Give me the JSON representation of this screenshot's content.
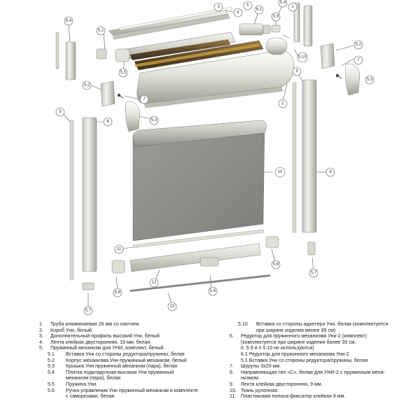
{
  "callouts": [
    {
      "id": "c1",
      "label": "1"
    },
    {
      "id": "c2",
      "label": "2"
    },
    {
      "id": "c3",
      "label": "3"
    },
    {
      "id": "c4",
      "label": "4"
    },
    {
      "id": "c5",
      "label": "5"
    },
    {
      "id": "c54a",
      "label": "5.4"
    },
    {
      "id": "c54b",
      "label": "5.4"
    },
    {
      "id": "c51",
      "label": "5.1"
    },
    {
      "id": "c55",
      "label": "5.5"
    },
    {
      "id": "c61",
      "label": "6.1"
    },
    {
      "id": "c59",
      "label": "5.9"
    },
    {
      "id": "c510",
      "label": "5.10"
    },
    {
      "id": "c52a",
      "label": "5.2"
    },
    {
      "id": "c52b",
      "label": "5.2"
    },
    {
      "id": "c7a",
      "label": "7"
    },
    {
      "id": "c7b",
      "label": "7"
    },
    {
      "id": "c53a",
      "label": "5.3"
    },
    {
      "id": "c53b",
      "label": "5.3"
    },
    {
      "id": "c9a",
      "label": "9"
    },
    {
      "id": "c9b",
      "label": "9"
    },
    {
      "id": "c8a",
      "label": "8"
    },
    {
      "id": "c8b",
      "label": "8"
    },
    {
      "id": "c10",
      "label": "10"
    },
    {
      "id": "c11",
      "label": "11"
    },
    {
      "id": "c12",
      "label": "12"
    },
    {
      "id": "c13",
      "label": "13"
    },
    {
      "id": "c58a",
      "label": "5.8"
    },
    {
      "id": "c58b",
      "label": "5.8"
    },
    {
      "id": "c56",
      "label": "5.6"
    },
    {
      "id": "c57a",
      "label": "5.7"
    },
    {
      "id": "c57b",
      "label": "5.7"
    }
  ],
  "legend_left": [
    {
      "kind": "item",
      "num": "1.",
      "text": "Труба алюминиевая 26 мм со скотчем."
    },
    {
      "kind": "item",
      "num": "2.",
      "text": "Короб Уни, белый."
    },
    {
      "kind": "item",
      "num": "3.",
      "text": "Дополнительный профиль высокий Уни, белый."
    },
    {
      "kind": "item",
      "num": "4.",
      "text": "Лента клейкая двусторонняя, 19 мм, белая."
    },
    {
      "kind": "item",
      "num": "5.",
      "text": "Пружинный механизм для УНИ, комплект, белый."
    },
    {
      "kind": "sub",
      "num": "5.1",
      "text": "Вставка Уни со стороны редуктора/пружины, белая"
    },
    {
      "kind": "sub",
      "num": "5.2",
      "text": "Корпус механизма Уни пружинный механизм, белый"
    },
    {
      "kind": "sub",
      "num": "5.3",
      "text": "Крышка Уни пружинный механизм (пара), белая"
    },
    {
      "kind": "sub",
      "num": "5.4",
      "text": "Плитка подкладочная высокая Уни пружинный"
    },
    {
      "kind": "sub-cont",
      "num": "",
      "text": "механизм (пара), белая"
    },
    {
      "kind": "sub",
      "num": "5.5",
      "text": "Пружина Уни."
    },
    {
      "kind": "sub",
      "num": "5.6",
      "text": "Ручка управления Уни пружинный механизм в комплекте"
    },
    {
      "kind": "sub-cont",
      "num": "",
      "text": "с саморезами, белая"
    }
  ],
  "legend_right": [
    {
      "kind": "sub",
      "num": "5.10",
      "text": "Вставка со стороны адаптера Уни, белая (комплектуется"
    },
    {
      "kind": "sub-cont",
      "num": "",
      "text": "при ширине изделия менее 39 см)"
    },
    {
      "kind": "item",
      "num": "6.",
      "text": "Редуктор для пружинного механизма Уни-2 (комплект)"
    },
    {
      "kind": "cont",
      "num": "",
      "text": "(комплектуется при ширине изделия более 39 см,"
    },
    {
      "kind": "cont",
      "num": "",
      "text": "п. 5.9 и п 5.10 не используются)"
    },
    {
      "kind": "cont",
      "num": "",
      "text": "6.1 Редуктор для пружинного механизма Уни-2"
    },
    {
      "kind": "cont",
      "num": "",
      "text": "5.1 Вставка Уни со стороны редуктора/пружины, белая"
    },
    {
      "kind": "item",
      "num": "7.",
      "text": "Шурупы 3х20 мм."
    },
    {
      "kind": "item",
      "num": "8.",
      "text": "Направляющая тип «С», белая  для УНИ-2 с пружинным меха-"
    },
    {
      "kind": "cont",
      "num": "",
      "text": "низмом."
    },
    {
      "kind": "item",
      "num": "9.",
      "text": "Лента клейкая двусторонняя, 9 мм."
    },
    {
      "kind": "item",
      "num": "10.",
      "text": "Ткань рулонная."
    },
    {
      "kind": "item",
      "num": "11.",
      "text": "Пластиковая полоса-фиксатор клейкая 9 мм."
    }
  ],
  "colors": {
    "part_light": "#e9e9e3",
    "part_mid": "#cfcfc6",
    "part_dark": "#a8a8a0",
    "fabric": "#8e8e8a",
    "spring_tube": "#6f5a3a",
    "spring_gold": "#c69a3a",
    "leader": "#555555"
  }
}
